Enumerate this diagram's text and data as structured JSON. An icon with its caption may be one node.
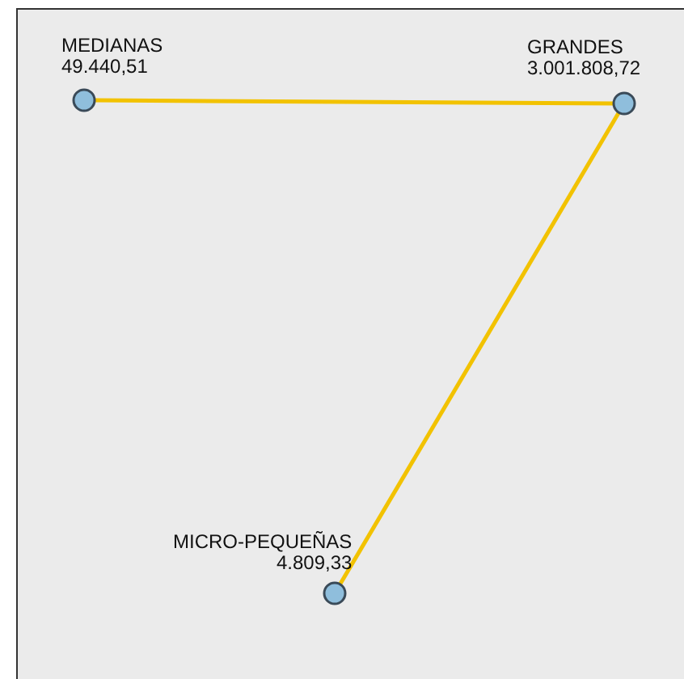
{
  "diagram": {
    "nodes": [
      {
        "text": [
          "MEDIANAS",
          "49.440,51"
        ]
      },
      {
        "text": [
          "GRANDES",
          "3.001.808,72"
        ]
      },
      {
        "text": [
          "MICRO-PEQUEÑAS",
          "4.809,33"
        ]
      }
    ],
    "edges": [
      {
        "from": 0,
        "to": 1,
        "arrow": "none"
      },
      {
        "from": 1,
        "to": 2,
        "arrow": "none"
      }
    ]
  }
}
